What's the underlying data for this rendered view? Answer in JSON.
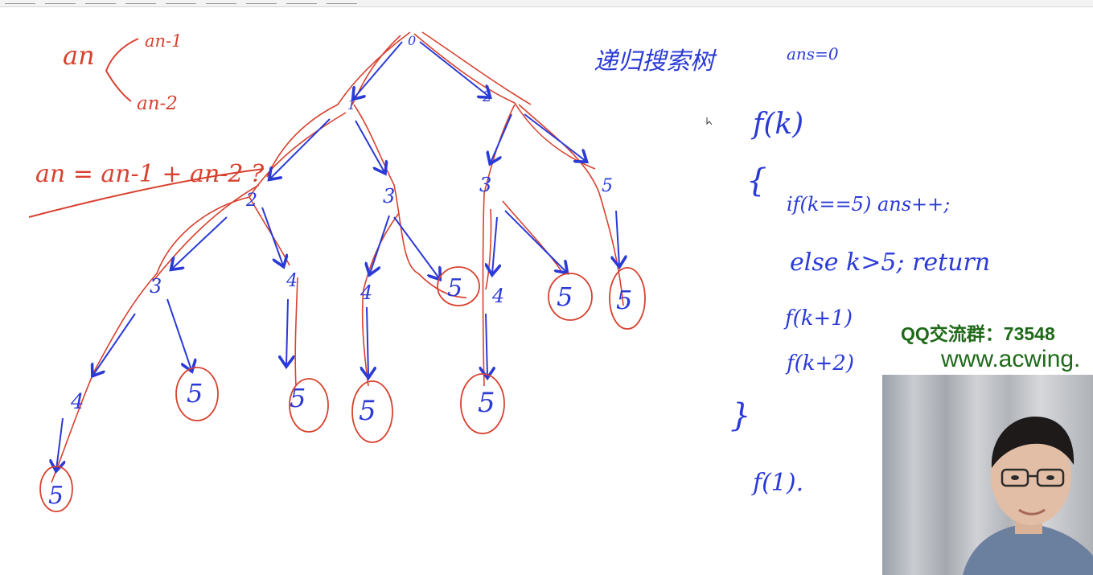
{
  "notes": {
    "heading": "递归搜索树",
    "init": "ans=0",
    "func_signature": "f(k)",
    "open_brace": "{",
    "line_if": "if(k==5) ans++;",
    "line_else": "else k>5; return",
    "call_1": "f(k+1)",
    "call_2": "f(k+2)",
    "close_brace": "}",
    "entry_call": "f(1)."
  },
  "recurrence": {
    "an": "an",
    "an_minus_1": "an-1",
    "an_minus_2": "an-2",
    "formula": "an = an-1 + an-2 ?"
  },
  "tree": {
    "root": "0",
    "nodes": [
      "1",
      "2",
      "2",
      "3",
      "3",
      "3",
      "4",
      "4",
      "4",
      "4",
      "5",
      "5",
      "5",
      "5",
      "5",
      "5",
      "5",
      "5"
    ]
  },
  "overlay": {
    "qq_group": "QQ交流群：73548",
    "website": "www.acwing."
  },
  "colors": {
    "pen_blue": "#2a3ad6",
    "pen_red": "#d8412f",
    "overlay_green": "#1f6a19"
  }
}
